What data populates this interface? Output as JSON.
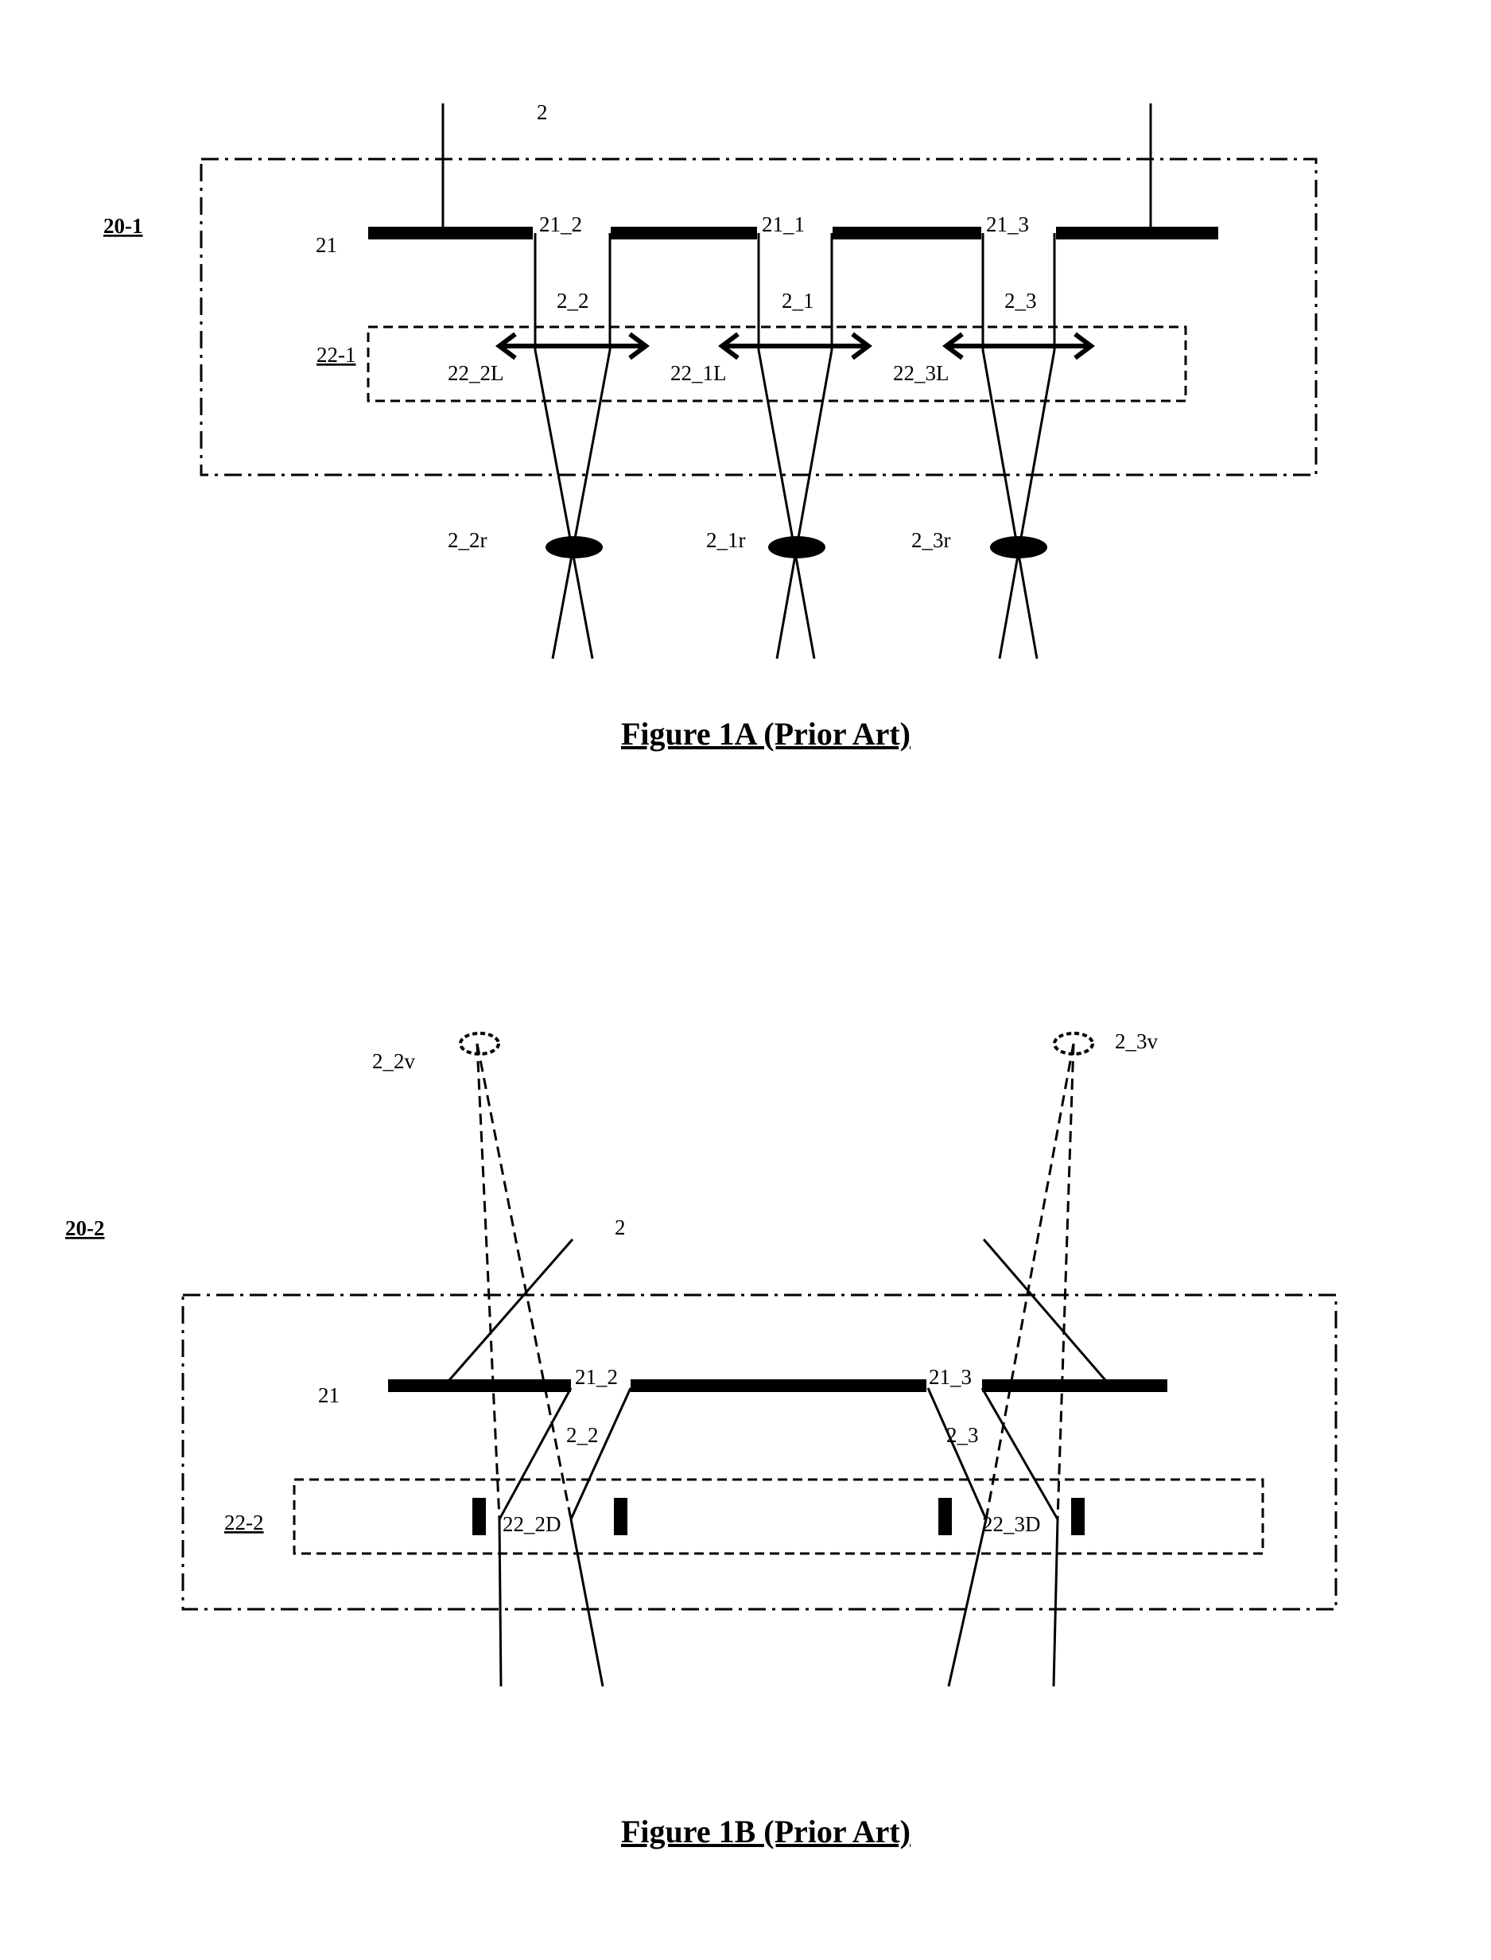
{
  "figure_1a": {
    "caption": "Figure 1A (Prior Art)",
    "ref_device": "20-1",
    "ref_beam": "2",
    "ref_plate": "21",
    "ref_lens_array": "22-1",
    "slots": [
      "21_2",
      "21_1",
      "21_3"
    ],
    "beams": [
      "2_2",
      "2_1",
      "2_3"
    ],
    "lenses": [
      "22_2L",
      "22_1L",
      "22_3L"
    ],
    "foci": [
      "2_2r",
      "2_1r",
      "2_3r"
    ]
  },
  "figure_1b": {
    "caption": "Figure 1B (Prior Art)",
    "ref_device": "20-2",
    "ref_beam": "2",
    "ref_plate": "21",
    "ref_deflector_array": "22-2",
    "slots": [
      "21_2",
      "21_3"
    ],
    "beams": [
      "2_2",
      "2_3"
    ],
    "deflectors": [
      "22_2D",
      "22_3D"
    ],
    "virtual_sources": [
      "2_2v",
      "2_3v"
    ]
  }
}
